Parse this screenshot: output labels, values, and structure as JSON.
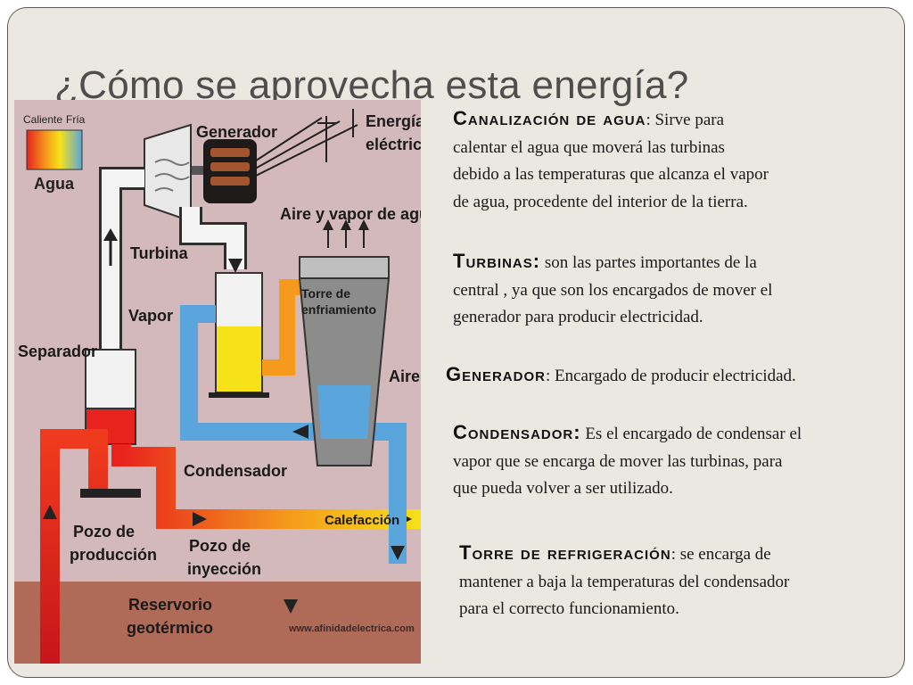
{
  "slide": {
    "title": "¿Cómo se aprovecha esta energía?"
  },
  "diagram": {
    "legend": {
      "hot": "Caliente",
      "cold": "Fría",
      "water": "Agua"
    },
    "labels": {
      "generador": "Generador",
      "energia_1": "Energía",
      "energia_2": "eléctrica",
      "aire_vapor": "Aire y vapor de agua",
      "turbina": "Turbina",
      "torre_1": "Torre de",
      "torre_2": "enfriamiento",
      "vapor": "Vapor",
      "separador": "Separador",
      "aire": "Aire",
      "condensador": "Condensador",
      "calefaccion": "Calefacción",
      "pozo_prod_1": "Pozo de",
      "pozo_prod_2": "producción",
      "pozo_iny_1": "Pozo de",
      "pozo_iny_2": "inyección",
      "reservorio_1": "Reservorio",
      "reservorio_2": "geotérmico",
      "watermark": "www.afinidadelectrica.com"
    },
    "colors": {
      "hot": "#e8231d",
      "warm": "#f59a1c",
      "yellow": "#f7e21a",
      "cold": "#5aa6dc",
      "ground": "#b06a58",
      "sky": "#d3b9bb"
    }
  },
  "sections": {
    "canalizacion": {
      "heading": "Canalización de agua",
      "sep": ":",
      "text": "  Sirve para",
      "lines": [
        "calentar el agua que moverá las turbinas",
        "debido a las temperaturas que alcanza el vapor",
        "de agua, procedente del interior de la tierra."
      ]
    },
    "turbinas": {
      "heading": "Turbinas:",
      "text": " son las partes importantes de la",
      "lines": [
        "central , ya que son los encargados de mover el",
        "generador  para producir electricidad."
      ]
    },
    "generador": {
      "heading": "Generador",
      "text": ": Encargado de producir electricidad."
    },
    "condensador": {
      "heading": "Condensador:",
      "text": " Es el encargado de condensar el",
      "lines": [
        "vapor  que se encarga de mover las turbinas, para",
        "que pueda volver a ser utilizado."
      ]
    },
    "torre": {
      "heading": "Torre de refrigeración",
      "text": ": se encarga de",
      "lines": [
        "mantener a baja la temperaturas del condensador",
        "para el correcto funcionamiento."
      ]
    }
  }
}
